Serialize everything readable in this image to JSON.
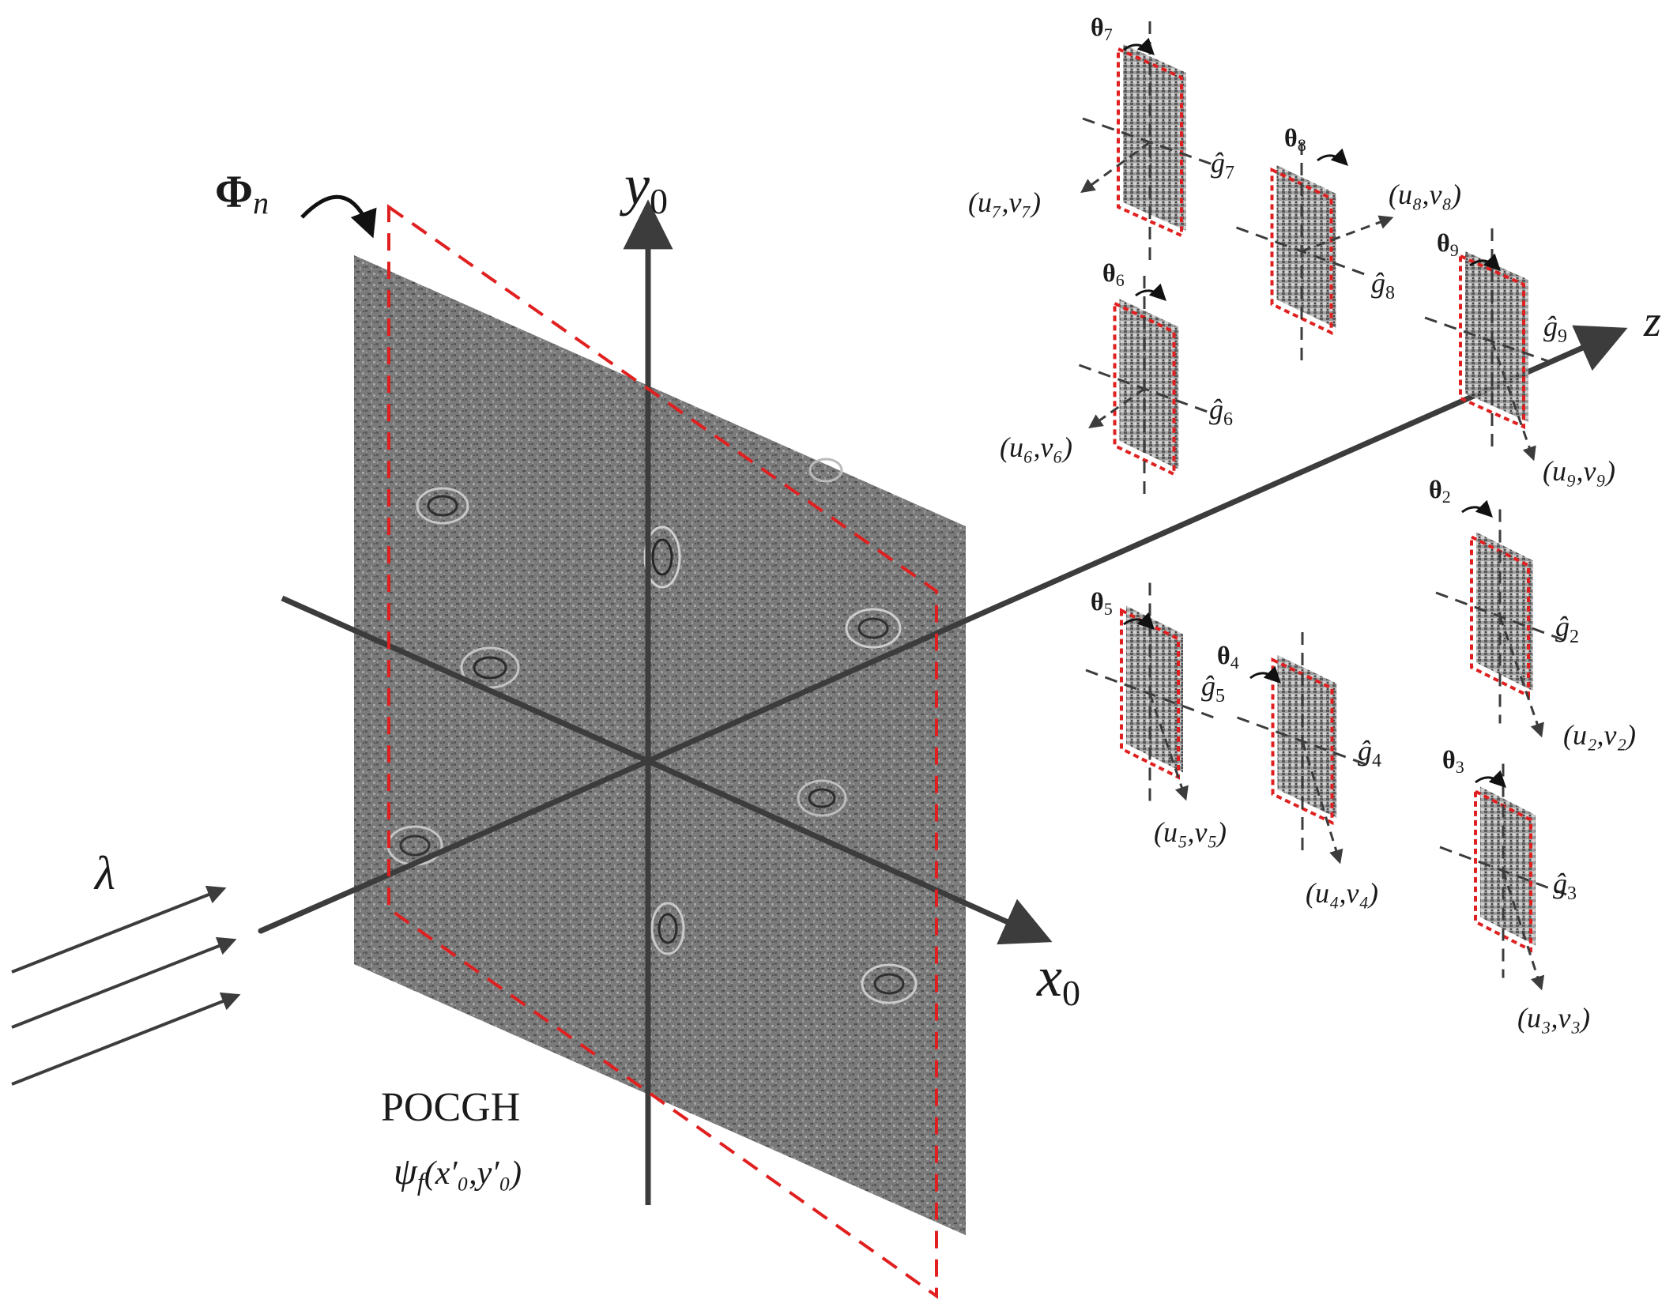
{
  "labels": {
    "phase_label": "Φ",
    "phase_sub": "n",
    "y_axis": "y",
    "y_axis_sub": "0",
    "x_axis": "x",
    "x_axis_sub": "0",
    "z_axis": "z",
    "wavelength": "λ",
    "hologram_title": "POCGH",
    "hologram_formula": "ψ",
    "hologram_formula_sub": "f",
    "hologram_formula_args": "(x′₀,y′₀)"
  },
  "planes": [
    {
      "id": "7",
      "theta_label": "θ",
      "theta_sub": "7",
      "g_label": "ĝ",
      "g_sub": "7",
      "uv_label": "(u₇,v₇)"
    },
    {
      "id": "8",
      "theta_label": "θ",
      "theta_sub": "8",
      "g_label": "ĝ",
      "g_sub": "8",
      "uv_label": "(u₈,v₈)"
    },
    {
      "id": "6",
      "theta_label": "θ",
      "theta_sub": "6",
      "g_label": "ĝ",
      "g_sub": "6",
      "uv_label": "(u₆,v₆)"
    },
    {
      "id": "9",
      "theta_label": "θ",
      "theta_sub": "9",
      "g_label": "ĝ",
      "g_sub": "9",
      "uv_label": "(u₉,v₉)"
    },
    {
      "id": "2",
      "theta_label": "θ",
      "theta_sub": "2",
      "g_label": "ĝ",
      "g_sub": "2",
      "uv_label": "(u₂,v₂)"
    },
    {
      "id": "5",
      "theta_label": "θ",
      "theta_sub": "5",
      "g_label": "ĝ",
      "g_sub": "5",
      "uv_label": "(u₅,v₅)"
    },
    {
      "id": "4",
      "theta_label": "θ",
      "theta_sub": "4",
      "g_label": "ĝ",
      "g_sub": "4",
      "uv_label": "(u₄,v₄)"
    },
    {
      "id": "3",
      "theta_label": "θ",
      "theta_sub": "3",
      "g_label": "ĝ",
      "g_sub": "3",
      "uv_label": "(u₃,v₃)"
    }
  ],
  "colors": {
    "axis": "#3c3c3c",
    "dashed_frame": "#e02020",
    "hologram_base": "#7a7a7a",
    "text": "#1a1a1a"
  }
}
